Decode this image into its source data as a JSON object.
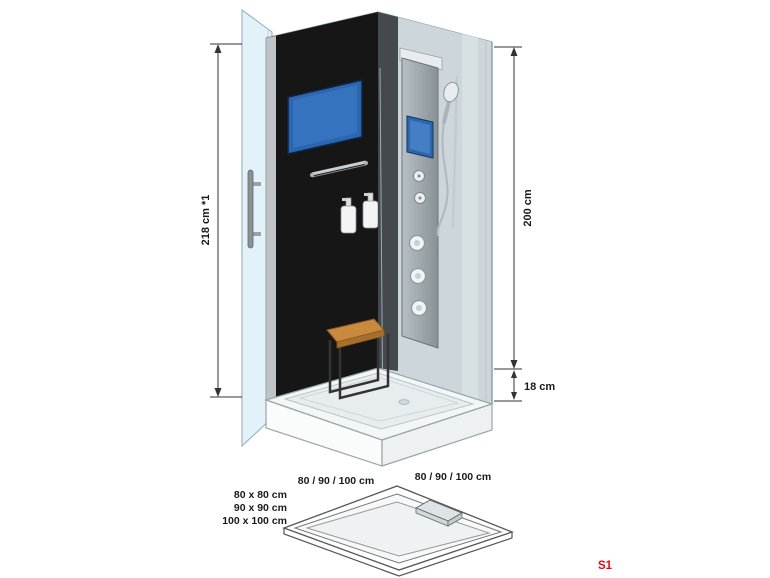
{
  "diagram": {
    "dimensions": {
      "left_height": "218 cm *1",
      "right_height": "200 cm",
      "tray_height": "18 cm"
    },
    "tray": {
      "edge_label_left": "80 / 90 / 100 cm",
      "edge_label_right": "80 / 90 / 100 cm",
      "size_options": [
        "80 x 80 cm",
        "90 x 90 cm",
        "100 x 100 cm"
      ]
    },
    "model_code": "S1",
    "colors": {
      "model_code": "#e30613",
      "wall_panel": "#161616",
      "glass_tint": "#d2e9f5",
      "screen_blue": "#2d66b0",
      "seat_wood": "#c98a3e",
      "dimension_text": "#1a1a1a"
    }
  }
}
